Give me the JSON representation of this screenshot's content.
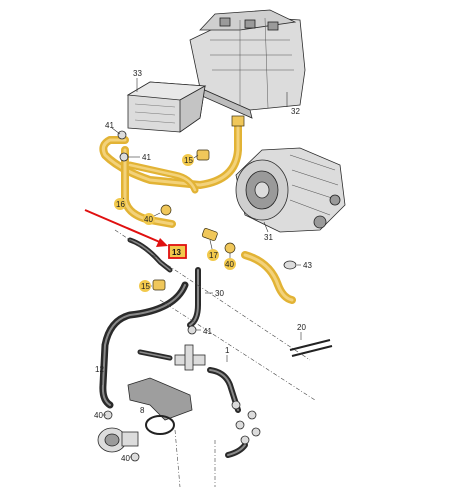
{
  "diagram": {
    "callouts": {
      "c32": "32",
      "c33": "33",
      "c41a": "41",
      "c41b": "41",
      "c41c": "41",
      "c15a": "15",
      "c15b": "15",
      "c16": "16",
      "c13": "13",
      "c17": "17",
      "c40a": "40",
      "c40b": "40",
      "c40c": "40",
      "c40d": "40",
      "c43": "43",
      "c31": "31",
      "c30": "30",
      "c20": "20",
      "c1": "1",
      "c12": "12",
      "c8": "8"
    },
    "colors": {
      "hose_yellow": "#e2b335",
      "highlight_red": "#e01010"
    }
  }
}
